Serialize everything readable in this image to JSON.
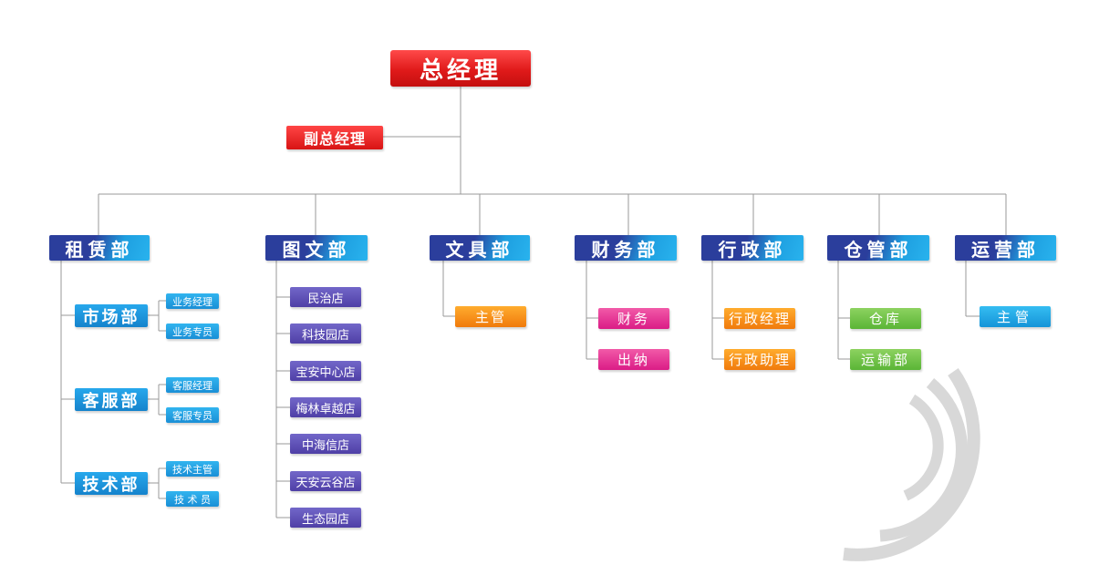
{
  "ceo": "总经理",
  "vice": "副总经理",
  "depts": [
    "租赁部",
    "图文部",
    "文具部",
    "财务部",
    "行政部",
    "仓管部",
    "运营部"
  ],
  "rental": {
    "subs": [
      "市场部",
      "客服部",
      "技术部"
    ],
    "market": [
      "业务经理",
      "业务专员"
    ],
    "service": [
      "客服经理",
      "客服专员"
    ],
    "tech": [
      "技术主管",
      "技 术 员"
    ]
  },
  "graphic_stores": [
    "民治店",
    "科技园店",
    "宝安中心店",
    "梅林卓越店",
    "中海信店",
    "天安云谷店",
    "生态园店"
  ],
  "stationery": [
    "主管"
  ],
  "finance": [
    "财务",
    "出纳"
  ],
  "admin": [
    "行政经理",
    "行政助理"
  ],
  "warehouse": [
    "仓库",
    "运输部"
  ],
  "operations": [
    "主管"
  ],
  "colors": {
    "red": "#e01a1a",
    "dept_dark": "#2b3e9c",
    "dept_light": "#29b3ee",
    "store": "#5a4bb0",
    "orange": "#f58a12",
    "pink": "#e62d91",
    "green": "#6cc142",
    "line": "#999999",
    "arc": "#d9d9d9"
  }
}
